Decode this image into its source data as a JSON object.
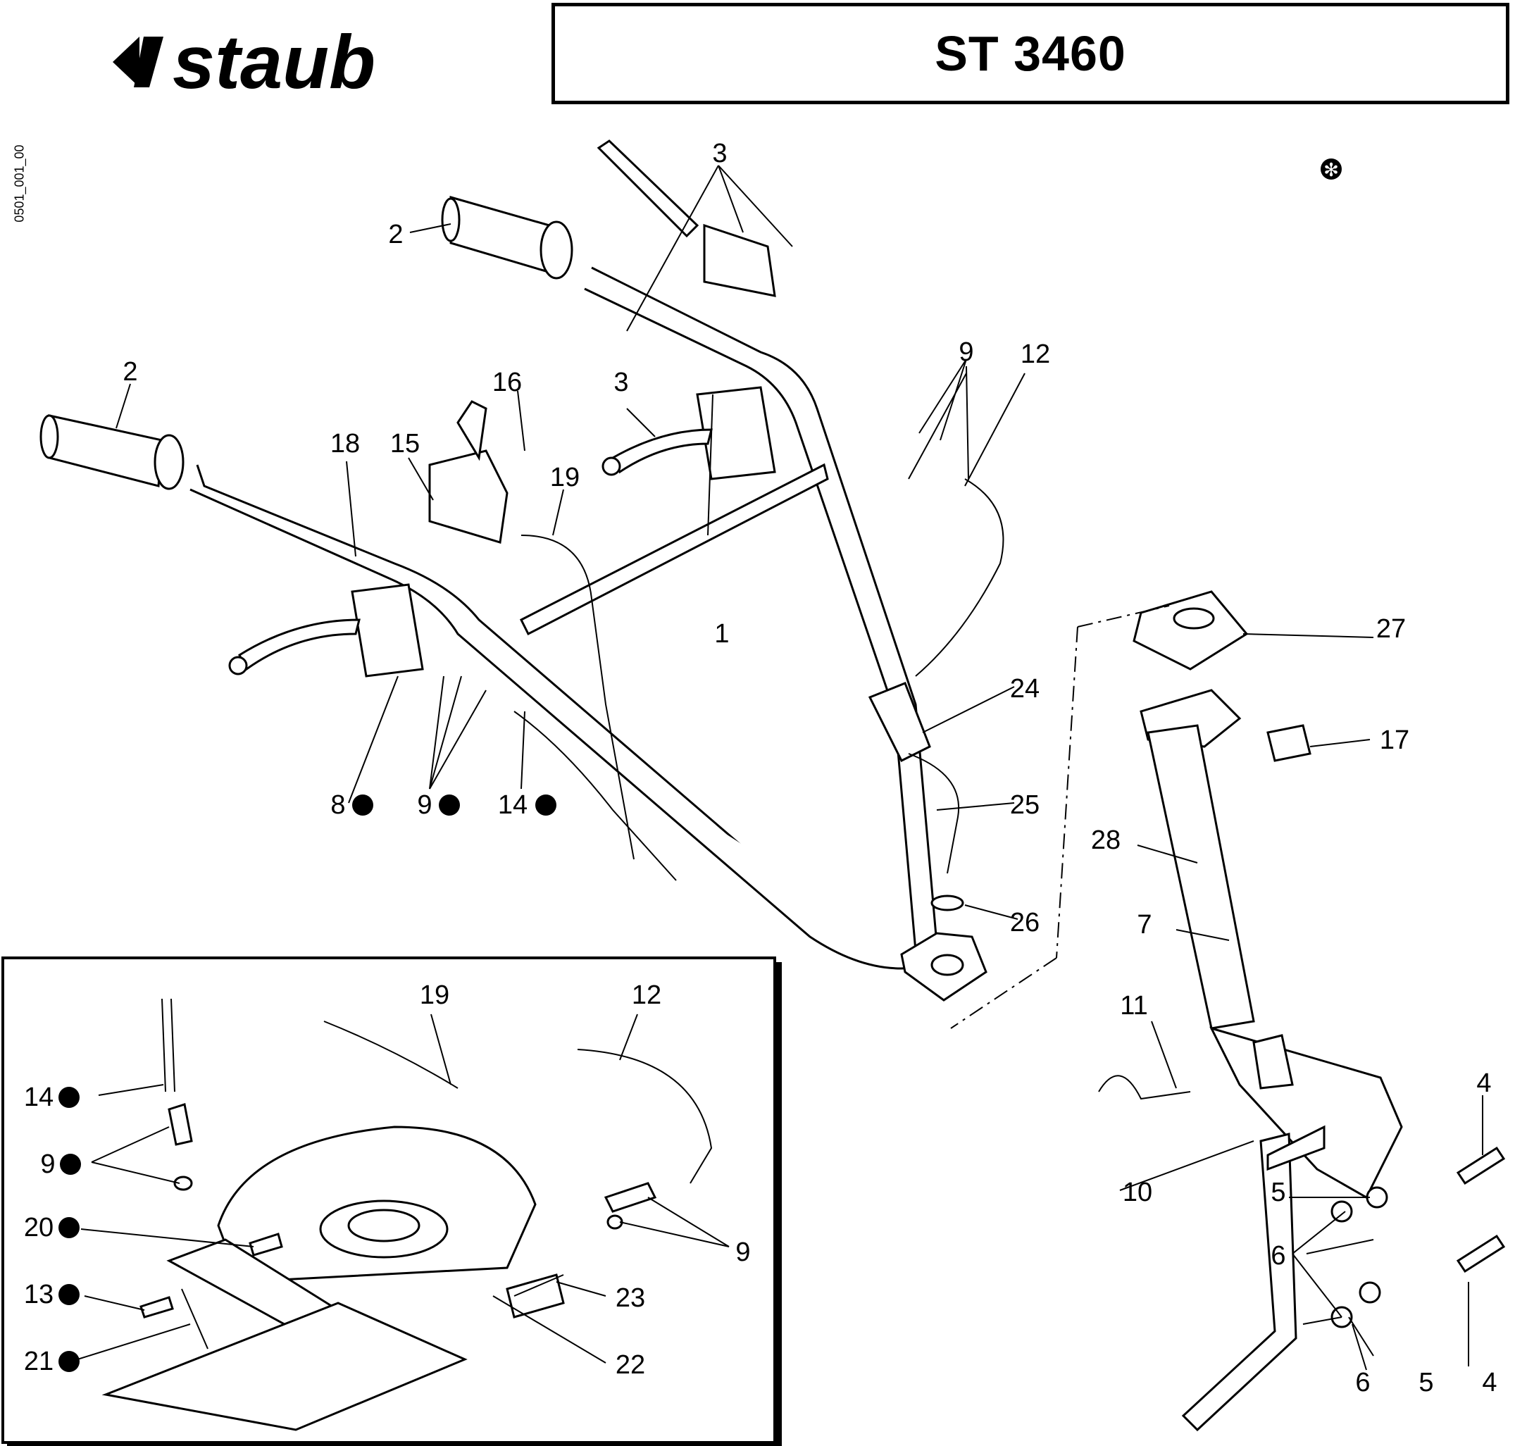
{
  "header": {
    "brand": "staub",
    "model": "ST 3460",
    "drawing_code": "0501_001_00"
  },
  "legend_symbol": "✻",
  "callouts": {
    "c1": "1",
    "c2a": "2",
    "c2b": "2",
    "c3a": "3",
    "c3b": "3",
    "c4a": "4",
    "c4b": "4",
    "c5a": "5",
    "c5b": "5",
    "c6a": "6",
    "c6b": "6",
    "c7": "7",
    "c8": "8",
    "c9a": "9",
    "c9b": "9",
    "c9c": "9",
    "c9d": "9",
    "c10": "10",
    "c11": "11",
    "c12a": "12",
    "c12b": "12",
    "c13": "13",
    "c14a": "14",
    "c14b": "14",
    "c15": "15",
    "c16": "16",
    "c17": "17",
    "c18": "18",
    "c19a": "19",
    "c19b": "19",
    "c20": "20",
    "c21": "21",
    "c22": "22",
    "c23": "23",
    "c24": "24",
    "c25": "25",
    "c26": "26",
    "c27": "27",
    "c28": "28"
  }
}
